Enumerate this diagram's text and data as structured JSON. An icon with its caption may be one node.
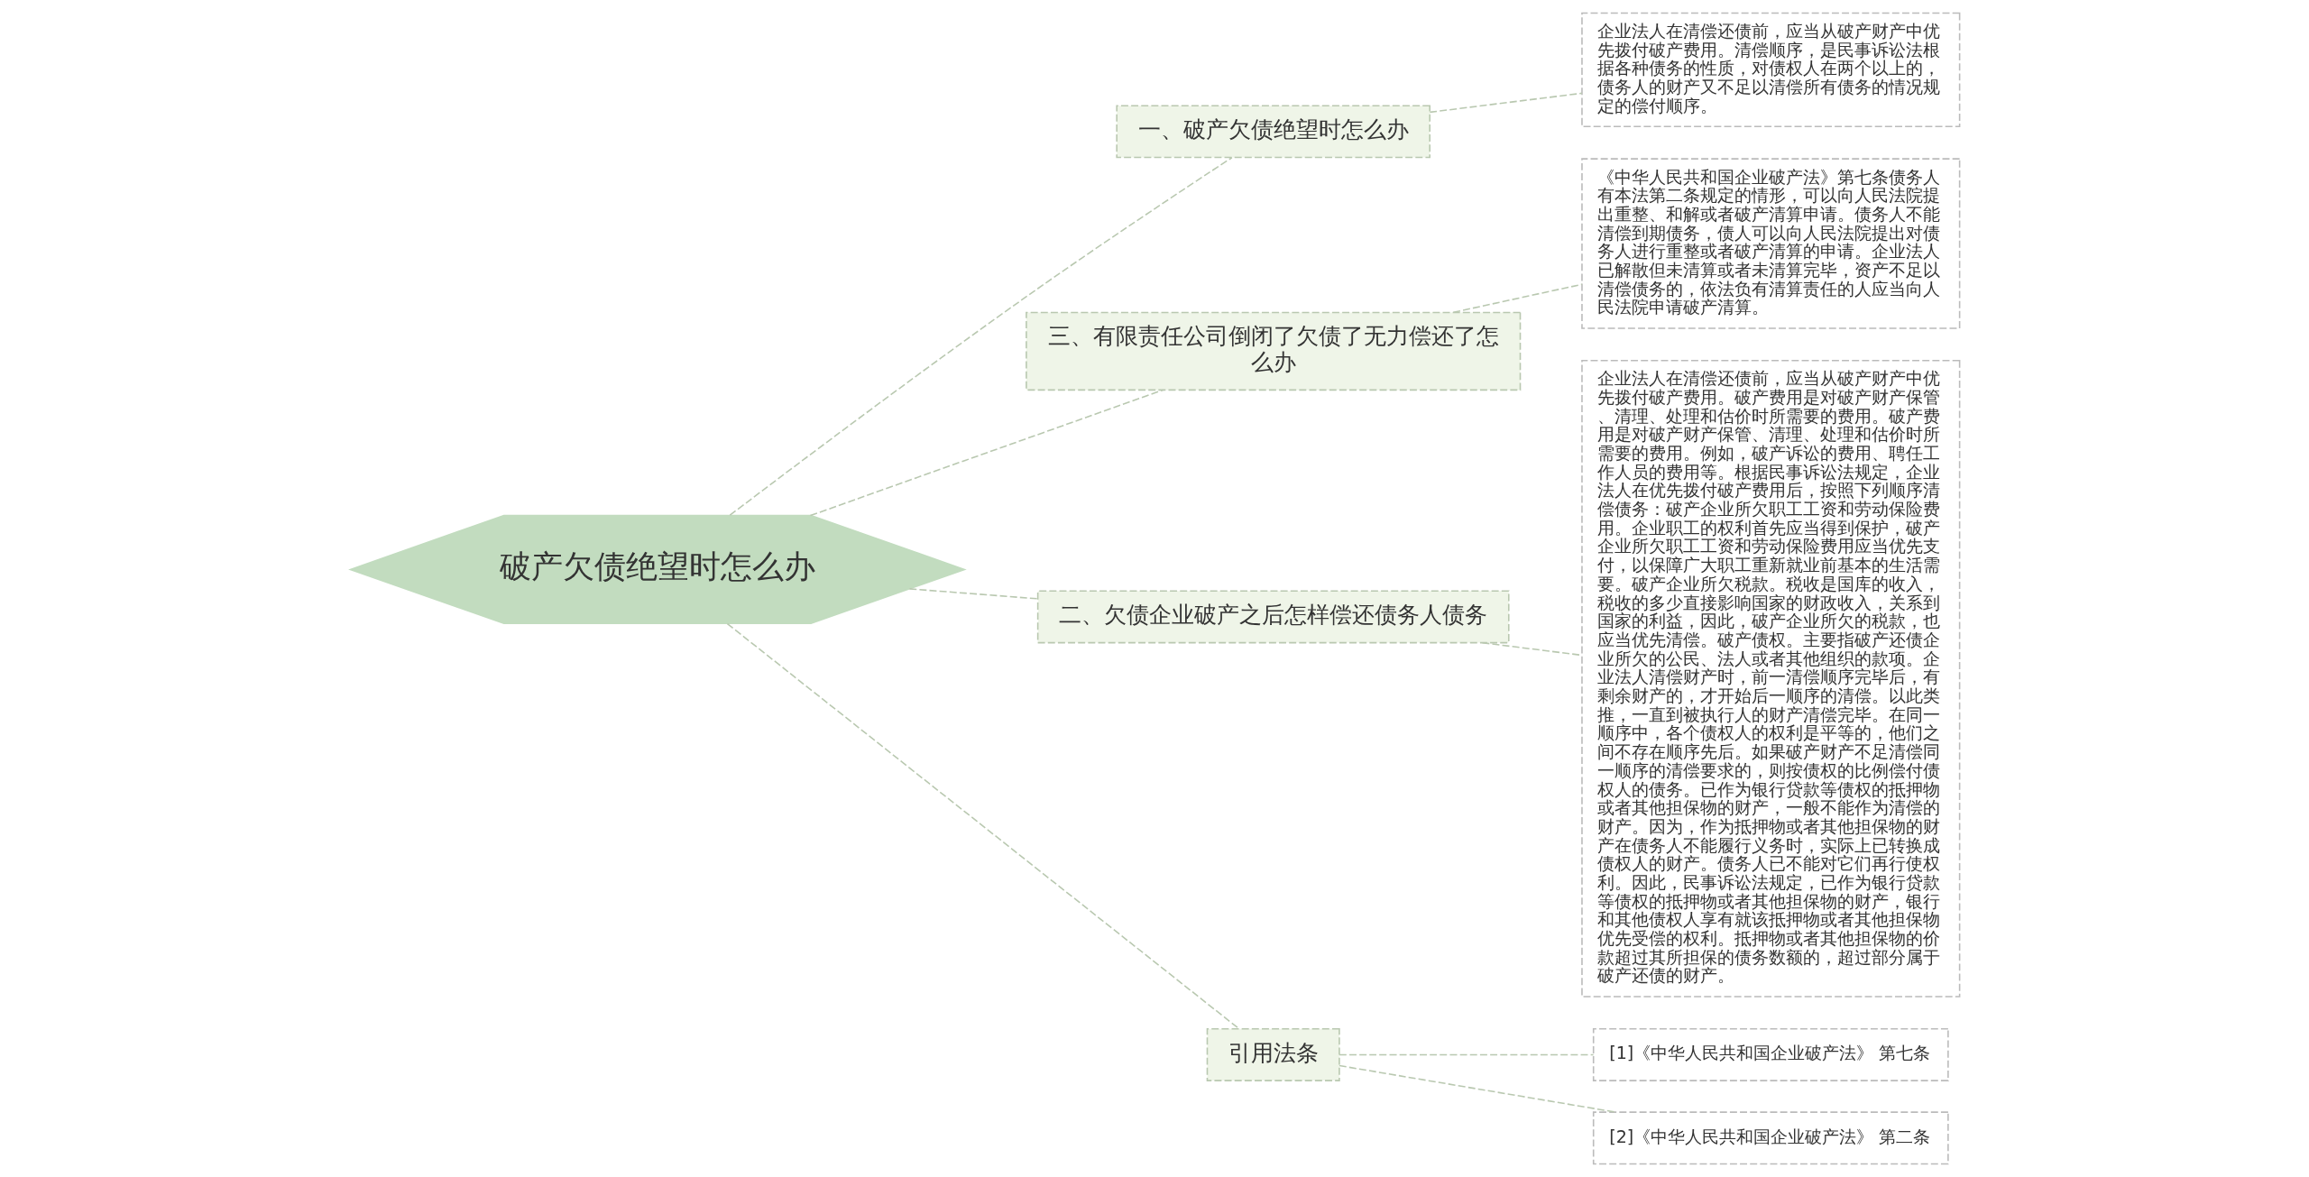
{
  "diagram": {
    "nodes": [
      {
        "text": [
          "破产欠债绝望时怎么办"
        ]
      },
      {
        "text": [
          "一、破产欠债绝望时怎么办"
        ]
      },
      {
        "text": [
          "企业法人在清偿还债前，应当从破产财产中优先拨付破产费用。清偿顺序，是民事诉讼法根据各种债务的性质，对债权人在两个以上的，债务人的财产又不足以清偿所有债务的情况规定的偿付顺序。"
        ]
      },
      {
        "text": [
          "三、有限责任公司倒闭了欠债了无力偿还了怎么办"
        ]
      },
      {
        "text": [
          "《中华人民共和国企业破产法》第七条债务人有本法第二条规定的情形，可以向人民法院提出重整、和解或者破产清算申请。债务人不能清偿到期债务，债人可以向人民法院提出对债务人进行重整或者破产清算的申请。企业法人已解散但未清算或者未清算完毕，资产不足以清偿债务的，依法负有清算责任的人应当向人民法院申请破产清算。"
        ]
      },
      {
        "text": [
          "二、欠债企业破产之后怎样偿还债务人债务"
        ]
      },
      {
        "text": [
          "企业法人在清偿还债前，应当从破产财产中优先拨付破产费用。破产费用是对破产财产保管、清理、处理和估价时所需要的费用。破产费用是对破产财产保管、清理、处理和估价时所需要的费用。例如，破产诉讼的费用、聘任工作人员的费用等。根据民事诉讼法规定，企业法人在优先拨付破产费用后，按照下列顺序清偿债务：破产企业所欠职工工资和劳动保险费用。企业职工的权利首先应当得到保护，破产企业所欠职工工资和劳动保险费用应当优先支付，以保障广大职工重新就业前基本的生活需要。破产企业所欠税款。税收是国库的收入，税收的多少直接影响国家的财政收入，关系到国家的利益，因此，破产企业所欠的税款，也应当优先清偿。破产债权。主要指破产还债企业所欠的公民、法人或者其他组织的款项。企业法人清偿财产时，前一清偿顺序完毕后，有剩余财产的，才开始后一顺序的清偿。以此类推，一直到被执行人的财产清偿完毕。在同一顺序中，各个债权人的权利是平等的，他们之间不存在顺序先后。如果破产财产不足清偿同一顺序的清偿要求的，则按债权的比例偿付债权人的债务。已作为银行贷款等债权的抵押物或者其他担保物的财产，一般不能作为清偿的财产。因为，作为抵押物或者其他担保物的财产在债务人不能履行义务时，实际上已转换成债权人的财产。债务人已不能对它们再行使权利。因此，民事诉讼法规定，已作为银行贷款等债权的抵押物或者其他担保物的财产，银行和其他债权人享有就该抵押物或者其他担保物优先受偿的权利。抵押物或者其他担保物的价款超过其所担保的债务数额的，超过部分属于破产还债的财产。"
        ]
      },
      {
        "text": [
          "引用法条"
        ]
      },
      {
        "text": [
          "[1]《中华人民共和国企业破产法》 第七条"
        ]
      },
      {
        "text": [
          "[2]《中华人民共和国企业破产法》 第二条"
        ]
      }
    ],
    "edges": [
      {
        "from": 0,
        "to": 1,
        "arrow": "none",
        "style": "dashed"
      },
      {
        "from": 1,
        "to": 2,
        "arrow": "none",
        "style": "dashed"
      },
      {
        "from": 0,
        "to": 3,
        "arrow": "none",
        "style": "dashed"
      },
      {
        "from": 3,
        "to": 4,
        "arrow": "none",
        "style": "dashed"
      },
      {
        "from": 0,
        "to": 5,
        "arrow": "none",
        "style": "dashed"
      },
      {
        "from": 5,
        "to": 6,
        "arrow": "none",
        "style": "dashed"
      },
      {
        "from": 0,
        "to": 7,
        "arrow": "none",
        "style": "dashed"
      },
      {
        "from": 7,
        "to": 8,
        "arrow": "none",
        "style": "dashed"
      },
      {
        "from": 7,
        "to": 9,
        "arrow": "none",
        "style": "dashed"
      }
    ]
  }
}
